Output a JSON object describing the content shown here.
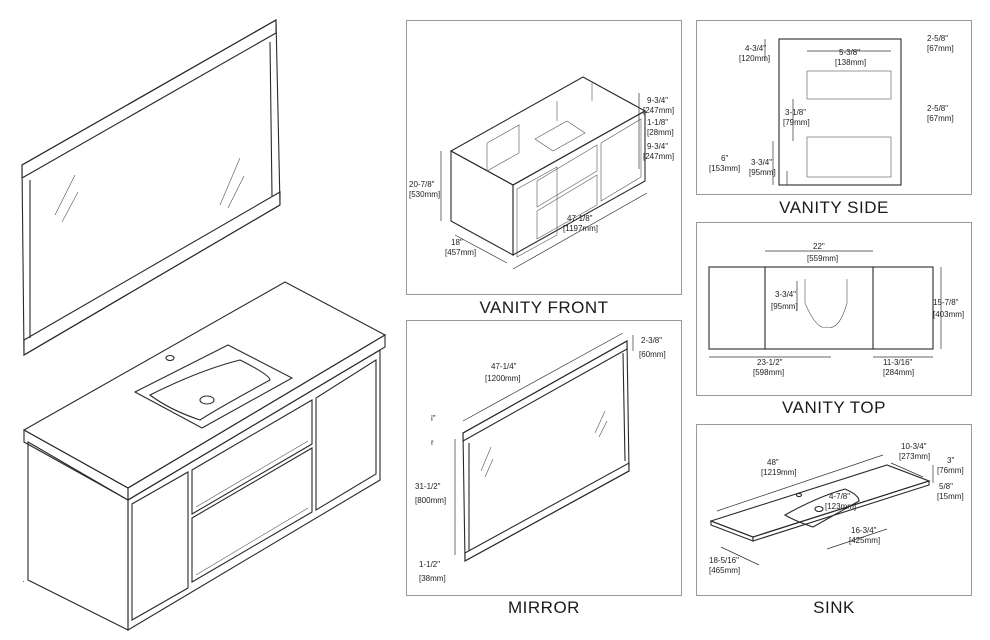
{
  "captions": {
    "vanity_front": "VANITY FRONT",
    "vanity_side": "VANITY SIDE",
    "vanity_top": "VANITY TOP",
    "mirror": "MIRROR",
    "sink": "SINK"
  },
  "vanity_front": {
    "height_in": "20-7/8\"",
    "height_mm": "[530mm]",
    "depth_in": "18\"",
    "depth_mm": "[457mm]",
    "width_in": "47-1/8\"",
    "width_mm": "[1197mm]",
    "drawer1_in": "9-3/4\"",
    "drawer1_mm": "[247mm]",
    "gap_in": "1-1/8\"",
    "gap_mm": "[28mm]",
    "drawer2_in": "9-3/4\"",
    "drawer2_mm": "[247mm]"
  },
  "vanity_side": {
    "a_in": "4-3/4\"",
    "a_mm": "[120mm]",
    "b_in": "5-3/8\"",
    "b_mm": "[138mm]",
    "c_in": "2-5/8\"",
    "c_mm": "[67mm]",
    "d_in": "3-1/8\"",
    "d_mm": "[79mm]",
    "e_in": "2-5/8\"",
    "e_mm": "[67mm]",
    "f_in": "6\"",
    "f_mm": "[153mm]",
    "g_in": "3-3/4\"",
    "g_mm": "[95mm]"
  },
  "vanity_top": {
    "a_in": "22\"",
    "a_mm": "[559mm]",
    "b_in": "3-3/4\"",
    "b_mm": "[95mm]",
    "c_in": "15-7/8\"",
    "c_mm": "[403mm]",
    "d_in": "23-1/2\"",
    "d_mm": "[598mm]",
    "e_in": "11-3/16\"",
    "e_mm": "[284mm]"
  },
  "mirror": {
    "width_in": "47-1/4\"",
    "width_mm": "[1200mm]",
    "depth_in": "2-3/8\"",
    "depth_mm": "[60mm]",
    "height_in": "31-1/2\"",
    "height_mm": "[800mm]",
    "frame_in": "1-1/2\"",
    "frame_mm": "[38mm]"
  },
  "sink": {
    "length_in": "48\"",
    "length_mm": "[1219mm]",
    "a_in": "10-3/4\"",
    "a_mm": "[273mm]",
    "b_in": "3\"",
    "b_mm": "[76mm]",
    "c_in": "5/8\"",
    "c_mm": "[15mm]",
    "d_in": "4-7/8\"",
    "d_mm": "[123mm]",
    "e_in": "16-3/4\"",
    "e_mm": "[425mm]",
    "depth_in": "18-5/16\"",
    "depth_mm": "[465mm]"
  }
}
